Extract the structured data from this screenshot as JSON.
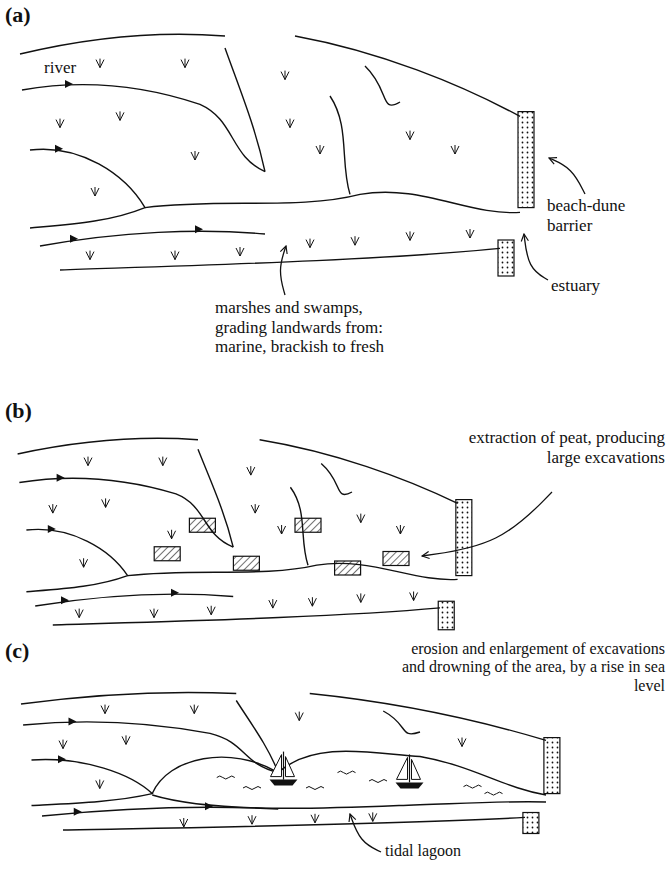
{
  "diagram": {
    "labels": [
      "(a)",
      "river",
      "beach-dune barrier",
      "estuary",
      "marshes and swamps, grading landwards from: marine, brackish to fresh",
      "(b)",
      "extraction of peat, producing large excavations",
      "(c)",
      "erosion and enlargement of excavations and drowning of the area, by a rise in sea level",
      "tidal lagoon"
    ]
  }
}
